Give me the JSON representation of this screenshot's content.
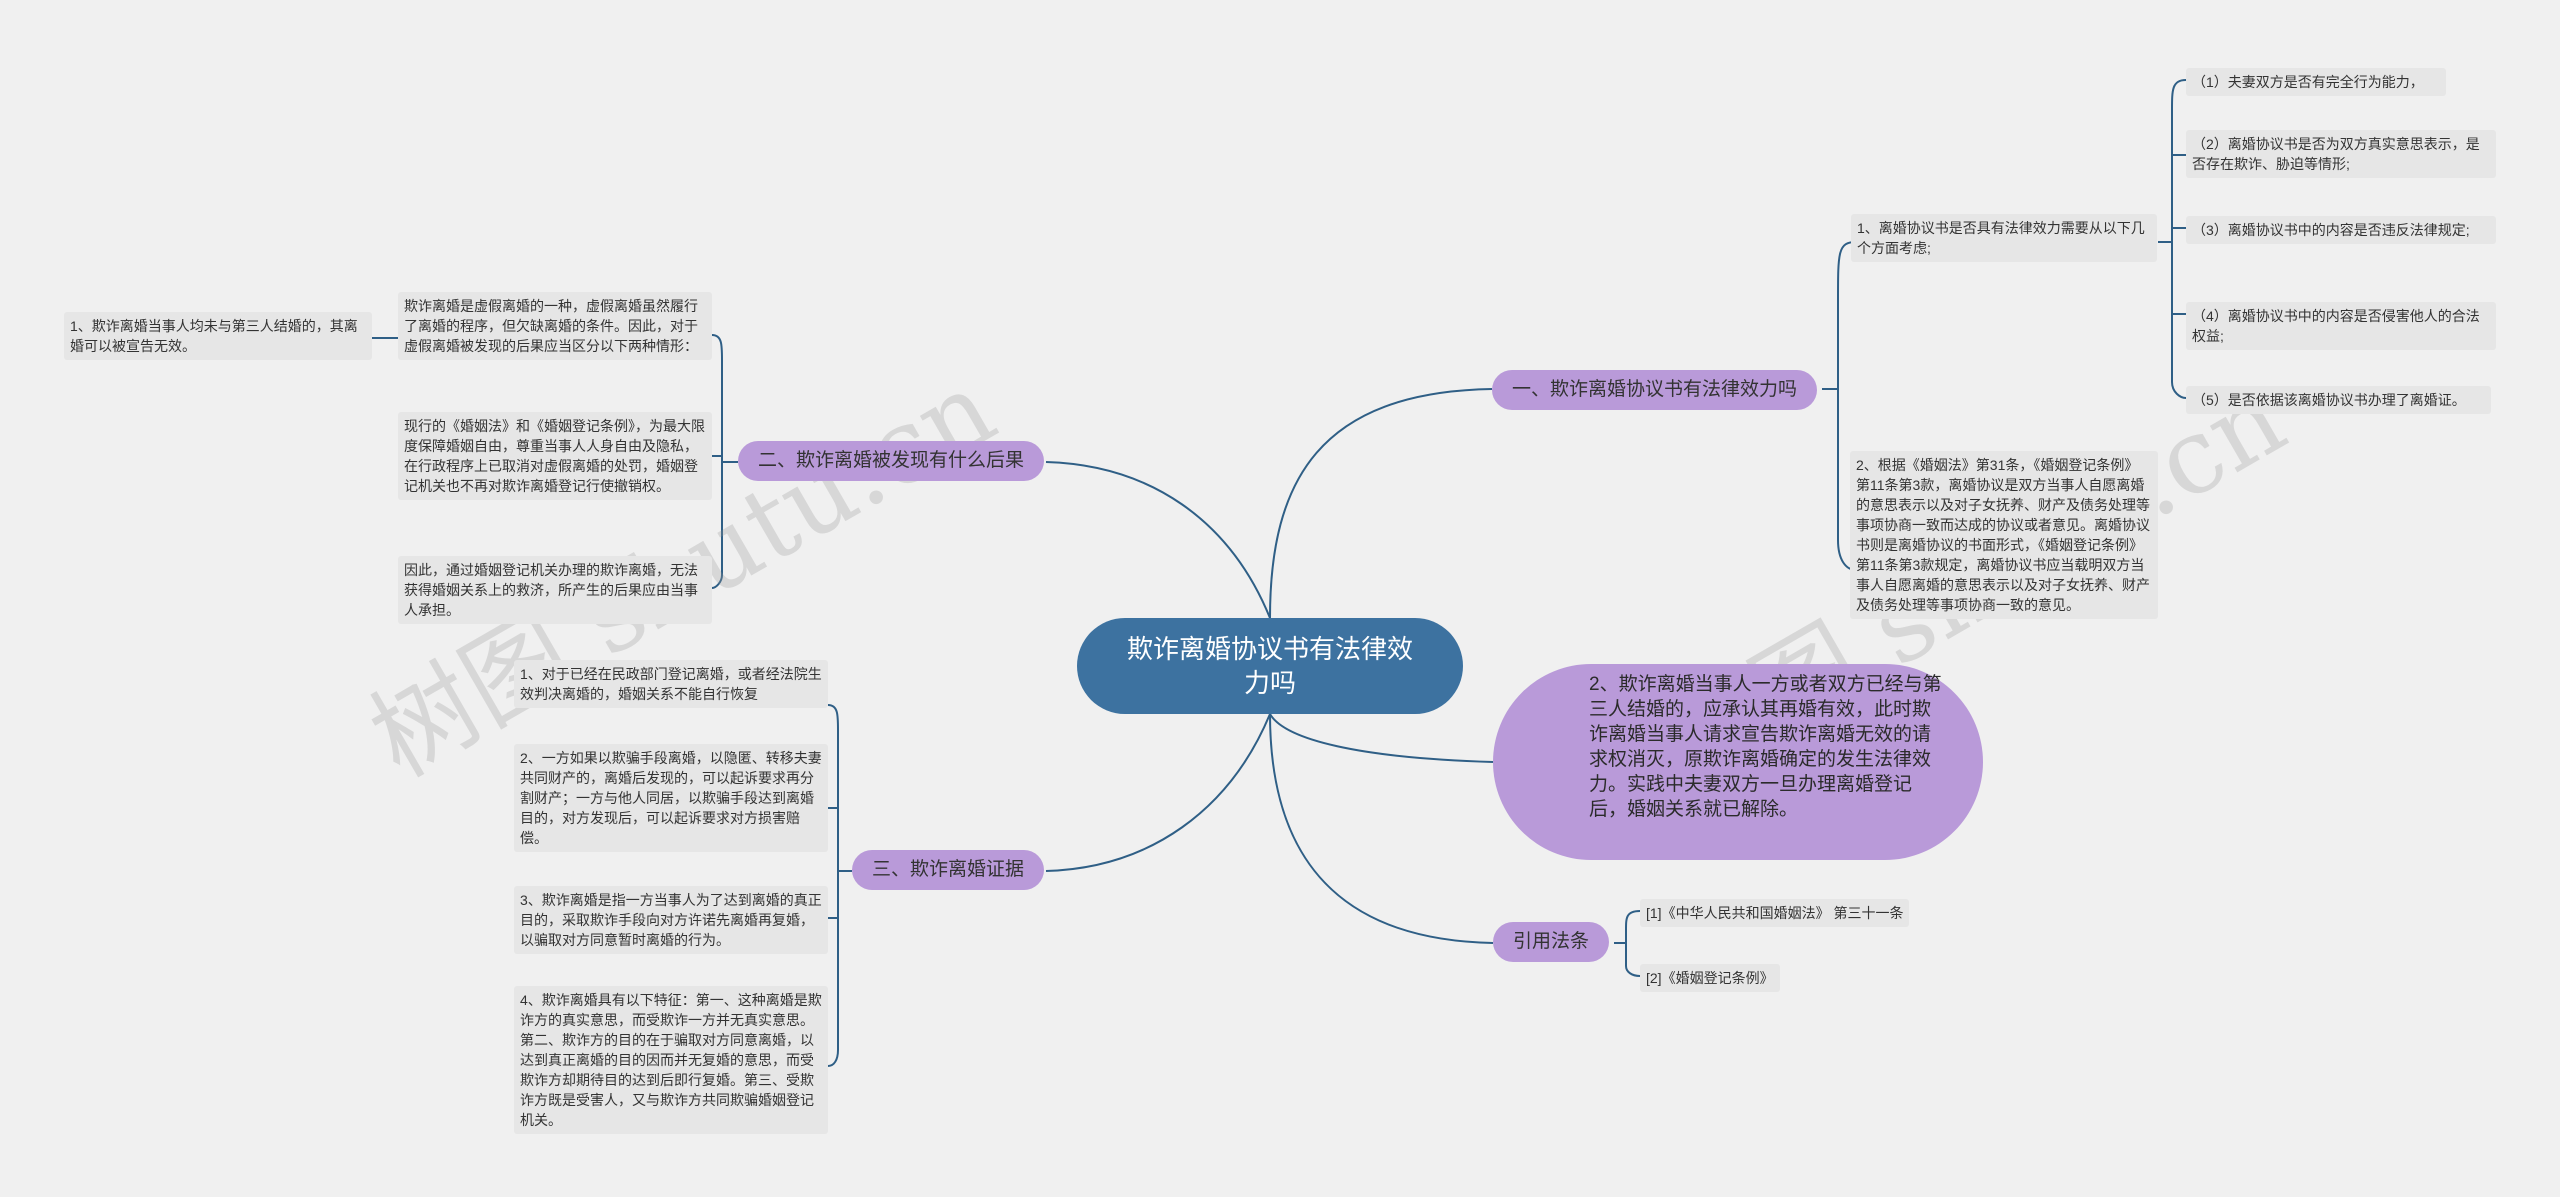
{
  "center": {
    "label": "欺诈离婚协议书有法律效力吗"
  },
  "branches": {
    "b1": {
      "label": "一、欺诈离婚协议书有法律效力吗",
      "sub1": {
        "text": "1、离婚协议书是否具有法律效力需要从以下几个方面考虑;",
        "items": [
          "（1）夫妻双方是否有完全行为能力，",
          "（2）离婚协议书是否为双方真实意思表示，是否存在欺诈、胁迫等情形;",
          "（3）离婚协议书中的内容是否违反法律规定;",
          "（4）离婚协议书中的内容是否侵害他人的合法权益;",
          "（5）是否依据该离婚协议书办理了离婚证。"
        ]
      },
      "sub2": {
        "text": "2、根据《婚姻法》第31条，《婚姻登记条例》第11条第3款，离婚协议是双方当事人自愿离婚的意思表示以及对子女抚养、财产及债务处理等事项协商一致而达成的协议或者意见。离婚协议书则是离婚协议的书面形式，《婚姻登记条例》第11条第3款规定，离婚协议书应当载明双方当事人自愿离婚的意思表示以及对子女抚养、财产及债务处理等事项协商一致的意见。"
      }
    },
    "b2": {
      "label": "2、欺诈离婚当事人一方或者双方已经与第三人结婚的，应承认其再婚有效，此时欺诈离婚当事人请求宣告欺诈离婚无效的请求权消灭，原欺诈离婚确定的发生法律效力。实践中夫妻双方一旦办理离婚登记后，婚姻关系就已解除。"
    },
    "b3": {
      "label": "引用法条",
      "items": [
        "[1]《中华人民共和国婚姻法》 第三十一条",
        "[2]《婚姻登记条例》"
      ]
    },
    "b4": {
      "label": "二、欺诈离婚被发现有什么后果",
      "items": [
        "欺诈离婚是虚假离婚的一种，虚假离婚虽然履行了离婚的程序，但欠缺离婚的条件。因此，对于虚假离婚被发现的后果应当区分以下两种情形：",
        "现行的《婚姻法》和《婚姻登记条例》，为最大限度保障婚姻自由，尊重当事人人身自由及隐私，在行政程序上已取消对虚假离婚的处罚，婚姻登记机关也不再对欺诈离婚登记行使撤销权。",
        "因此，通过婚姻登记机关办理的欺诈离婚，无法获得婚姻关系上的救济，所产生的后果应由当事人承担。"
      ],
      "sub": "1、欺诈离婚当事人均未与第三人结婚的，其离婚可以被宣告无效。"
    },
    "b5": {
      "label": "三、欺诈离婚证据",
      "items": [
        "1、对于已经在民政部门登记离婚，或者经法院生效判决离婚的，婚姻关系不能自行恢复",
        "2、一方如果以欺骗手段离婚，以隐匿、转移夫妻共同财产的，离婚后发现的，可以起诉要求再分割财产；一方与他人同居，以欺骗手段达到离婚目的，对方发现后，可以起诉要求对方损害赔偿。",
        "3、欺诈离婚是指一方当事人为了达到离婚的真正目的，采取欺诈手段向对方许诺先离婚再复婚，以骗取对方同意暂时离婚的行为。",
        "4、欺诈离婚具有以下特征：第一、这种离婚是欺诈方的真实意思，而受欺诈一方并无真实意思。第二、欺诈方的目的在于骗取对方同意离婚，以达到真正离婚的目的因而并无复婚的意思，而受欺诈方却期待目的达到后即行复婚。第三、受欺诈方既是受害人，又与欺诈方共同欺骗婚姻登记机关。"
      ]
    }
  },
  "watermark": [
    "树图 shutu.cn",
    "树图 shutu.cn"
  ],
  "colors": {
    "center": "#3d72a0",
    "branch": "#b99ad9",
    "leaf": "#e6e6e6",
    "line": "#2f5f86",
    "background": "#f0f0f0"
  }
}
